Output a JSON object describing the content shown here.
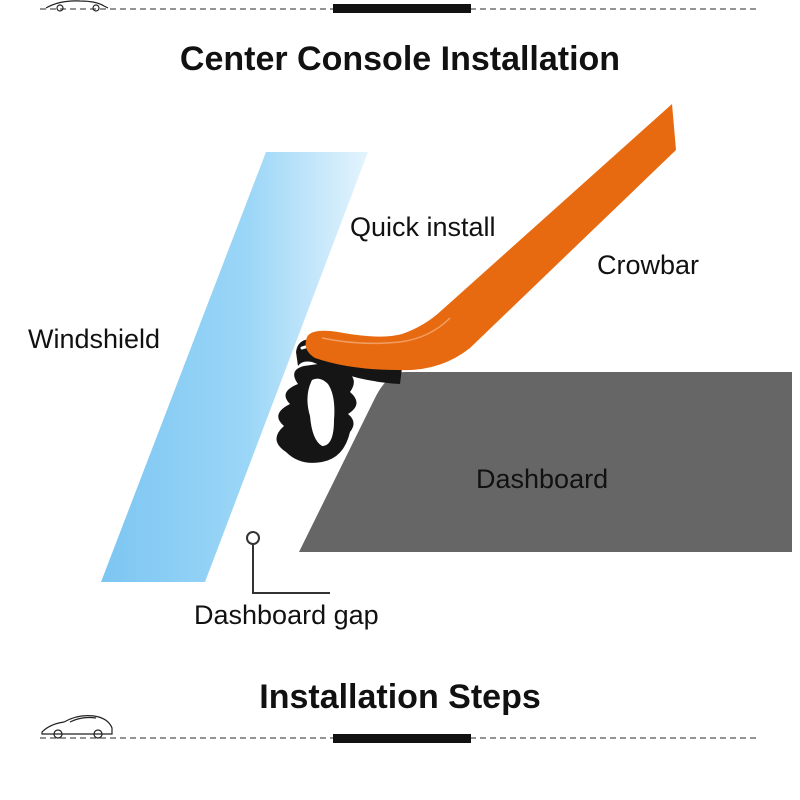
{
  "header": {
    "title": "Center Console Installation"
  },
  "diagram": {
    "labels": {
      "windshield": "Windshield",
      "quick_install": "Quick install",
      "crowbar": "Crowbar",
      "dashboard": "Dashboard",
      "dashboard_gap": "Dashboard gap"
    },
    "colors": {
      "windshield": "#8fd0f5",
      "crowbar": "#e86a10",
      "dashboard": "#666666",
      "seal": "#111111"
    }
  },
  "footer": {
    "title": "Installation Steps"
  },
  "decor": {
    "top_icon": "car-outline-icon",
    "bottom_icon": "car-outline-icon"
  }
}
